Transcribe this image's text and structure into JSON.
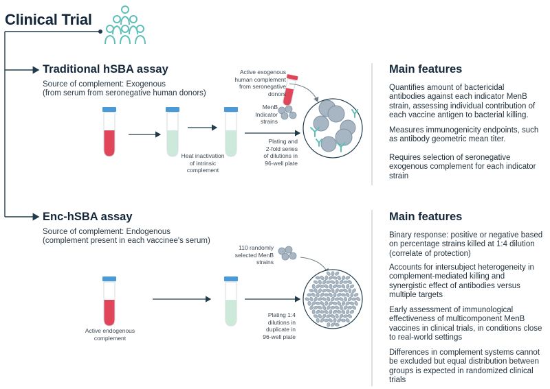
{
  "title": "Clinical Trial",
  "icons": {
    "people_group": "people-group-icon",
    "test_tube": "test-tube-icon",
    "bacteria": "bacteria-icon",
    "well_plate": "petri-dish-icon"
  },
  "colors": {
    "accent_teal": "#5fbfb8",
    "tube_red": "#e0455a",
    "tube_green": "#cce9d9",
    "tube_cap": "#4a9ad8",
    "cell_gray": "#a7b6c2",
    "line_dark": "#1f3b4c"
  },
  "traditional": {
    "title": "Traditional hSBA assay",
    "source": "Source of complement: Exogenous",
    "source_detail": "(from serum from seronegative human donors)",
    "labels": {
      "heat": [
        "Heat inactivation",
        "of intrinsic",
        "complement"
      ],
      "exogenous": [
        "Active exogenous",
        "human complement",
        "from seronegative",
        "donors"
      ],
      "strains": [
        "MenB",
        "Indicator",
        "strains"
      ],
      "plating": [
        "Plating and",
        "2-fold series",
        "of dilutions in",
        "96-well plate"
      ]
    },
    "features_title": "Main features",
    "features": [
      [
        "Quantifies amount of bactericidal",
        "antibodies against each indicator MenB",
        "strain, assessing individual contribution of",
        "each vaccine antigen to bacterial killing."
      ],
      [
        "Measures immunogenicity endpoints, such",
        "as antibody geometric mean titer."
      ],
      [
        "Requires selection of seronegative",
        "exogenous complement for each indicator",
        "strain"
      ]
    ]
  },
  "enc": {
    "title": "Enc-hSBA assay",
    "source": "Source of complement: Endogenous",
    "source_detail": "(complement present in each vaccinee's serum)",
    "labels": {
      "endogenous": [
        "Active endogenous",
        "complement"
      ],
      "strains": [
        "110 randomly",
        "selected MenB",
        "strains"
      ],
      "plating": [
        "Plating 1:4",
        "dilutions in",
        "duplicate in",
        "96-well plate"
      ]
    },
    "features_title": "Main features",
    "features": [
      [
        "Binary response: positive or negative based",
        "on percentage strains killed at 1:4 dilution",
        "(correlate of protection)"
      ],
      [
        "Accounts for intersubject heterogeneity in",
        "complement-mediated killing and",
        "synergistic effect of antibodies versus",
        "multiple targets"
      ],
      [
        "Early assessment of immunological",
        "effectiveness of multicomponent MenB",
        "vaccines in clinical trials, in conditions close",
        "to real-world settings"
      ],
      [
        "Differences in complement systems cannot",
        "be excluded but equal distribution between",
        "groups is expected in randomized clinical",
        "trials"
      ]
    ]
  }
}
